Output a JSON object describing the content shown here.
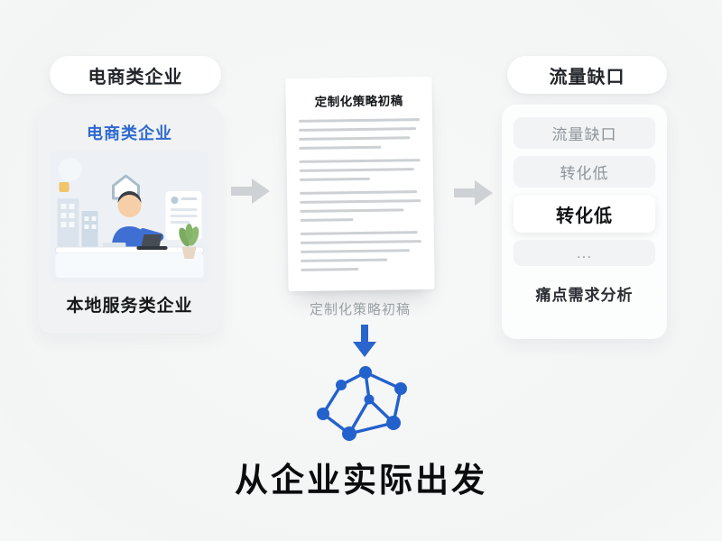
{
  "left": {
    "pill_label": "电商类企业",
    "card_title": "电商类企业",
    "card_caption": "本地服务类企业"
  },
  "middle": {
    "doc_title": "定制化策略初稿",
    "caption": "定制化策略初稿"
  },
  "right": {
    "pill_label": "流量缺口",
    "items": [
      {
        "label": "流量缺口",
        "emphasis": "muted"
      },
      {
        "label": "转化低",
        "emphasis": "muted"
      },
      {
        "label": "转化低",
        "emphasis": "bold"
      },
      {
        "label": "...",
        "emphasis": "muted"
      }
    ],
    "caption": "痛点需求分析"
  },
  "bottom_title": "从企业实际出发",
  "colors": {
    "accent_blue": "#2a64cd",
    "arrow_gray": "#ced2d4",
    "card_title_blue": "#2f6ad0",
    "text_dark": "#15181b",
    "text_muted": "#9aa0a5"
  },
  "icons": {
    "network": "network-graph-icon",
    "arrow_right": "arrow-right-icon",
    "arrow_down": "arrow-down-icon"
  }
}
